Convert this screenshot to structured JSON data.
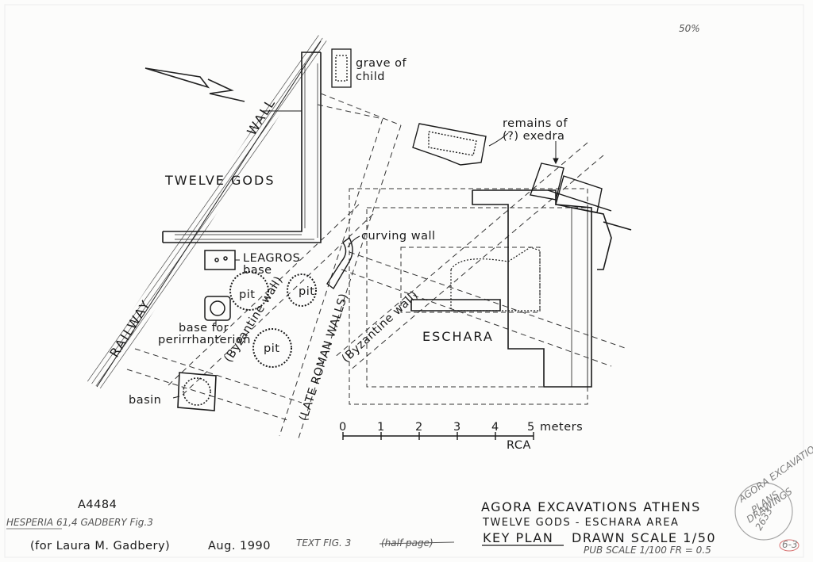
{
  "header": {
    "scale_note": "50%"
  },
  "plan": {
    "twelve_gods": "TWELVE GODS",
    "wall": "WALL",
    "railway": "RAILWAY",
    "grave": [
      "grave of",
      "child"
    ],
    "exedra": [
      "remains of",
      "(?) exedra"
    ],
    "curving_wall": "curving wall",
    "leagros": [
      "LEAGROS",
      "base"
    ],
    "pit": "pit",
    "perirrhanterion": [
      "base for",
      "perirrhanterion"
    ],
    "basin": "basin",
    "byzantine_wall": "(Byzantine wall)",
    "late_roman_walls": "(LATE ROMAN WALLS)",
    "eschara": "ESCHARA"
  },
  "scale_bar": {
    "ticks": [
      "0",
      "1",
      "2",
      "3",
      "4",
      "5"
    ],
    "unit": "meters",
    "initials": "RCA"
  },
  "footer": {
    "catalog_no": "A4484",
    "reference": "HESPERIA 61,4 GADBERY Fig.3",
    "credit": "(for Laura M. Gadbery)",
    "date": "Aug. 1990",
    "text_fig": "TEXT FIG. 3",
    "text_fig_struck": "(half page)",
    "title_line1": "AGORA EXCAVATIONS ATHENS",
    "title_line2": "TWELVE GODS - ESCHARA AREA",
    "key_plan": "KEY PLAN",
    "drawn_scale": "DRAWN SCALE 1/50",
    "pub_scale": "PUB SCALE 1/100 FR = 0.5",
    "stamp_lines": [
      "AGORA EXCAVATIONS",
      "PLANS",
      "DRAWINGS",
      "2633"
    ],
    "stamp_tag": "6-3"
  }
}
